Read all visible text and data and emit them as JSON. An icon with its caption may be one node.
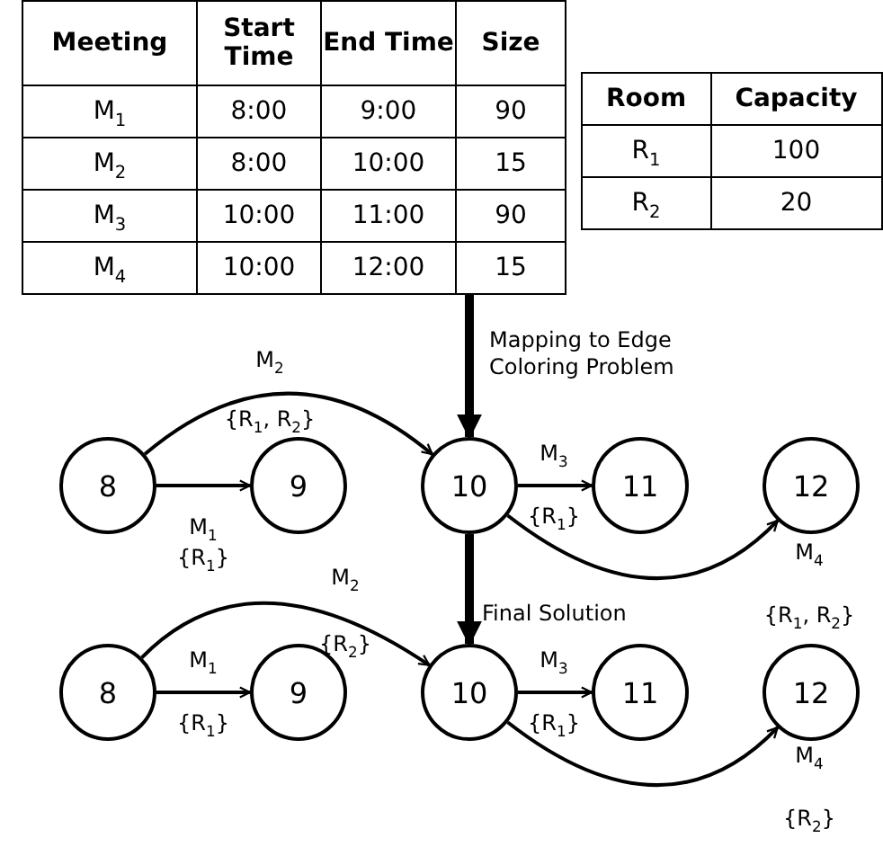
{
  "diagram": {
    "nodes": [
      {
        "text": [
          "8"
        ]
      },
      {
        "text": [
          "9"
        ]
      },
      {
        "text": [
          "10"
        ]
      },
      {
        "text": [
          "11"
        ]
      },
      {
        "text": [
          "12"
        ]
      },
      {
        "text": [
          "8"
        ]
      },
      {
        "text": [
          "9"
        ]
      },
      {
        "text": [
          "10"
        ]
      },
      {
        "text": [
          "11"
        ]
      },
      {
        "text": [
          "12"
        ]
      }
    ],
    "edges": [
      {
        "from": 0,
        "to": 2,
        "arrow": "to",
        "label": "M$_{2}$ {R$_{1}$, R$_{2}$}"
      },
      {
        "from": 0,
        "to": 1,
        "arrow": "to",
        "label": "M$_{1}$ {R$_{1}$}"
      },
      {
        "from": 2,
        "to": 3,
        "arrow": "to",
        "label": "M$_{3}$ {R$_{1}$}"
      },
      {
        "from": 2,
        "to": 4,
        "arrow": "to",
        "label": "M$_{4}$ {R$_{1}$, R$_{2}$}"
      },
      {
        "from": 5,
        "to": 7,
        "arrow": "to",
        "label": "M$_{2}$ {R$_{2}$}"
      },
      {
        "from": 5,
        "to": 6,
        "arrow": "to",
        "label": "M$_{1}$ {R$_{1}$}"
      },
      {
        "from": 7,
        "to": 8,
        "arrow": "to",
        "label": "M$_{3}$ {R$_{1}$}"
      },
      {
        "from": 7,
        "to": 9,
        "arrow": "to",
        "label": "M$_{4}$ {R$_{2}$}"
      },
      {
        "from": null,
        "to": 2,
        "arrow": "to",
        "style": "thick",
        "label": "Mapping to Edge Coloring Problem"
      },
      {
        "from": 2,
        "to": 7,
        "arrow": "to",
        "style": "thick",
        "label": "Final Solution"
      }
    ],
    "labels": [
      "Meeting",
      "Start Time",
      "End Time",
      "Size",
      "M$_{1}$",
      "8:00",
      "9:00",
      "90",
      "M$_{2}$",
      "8:00",
      "10:00",
      "15",
      "M$_{3}$",
      "10:00",
      "11:00",
      "90",
      "M$_{4}$",
      "10:00",
      "12:00",
      "15",
      "Room",
      "Capacity",
      "R$_{1}$",
      "100",
      "R$_{2}$",
      "20"
    ]
  }
}
